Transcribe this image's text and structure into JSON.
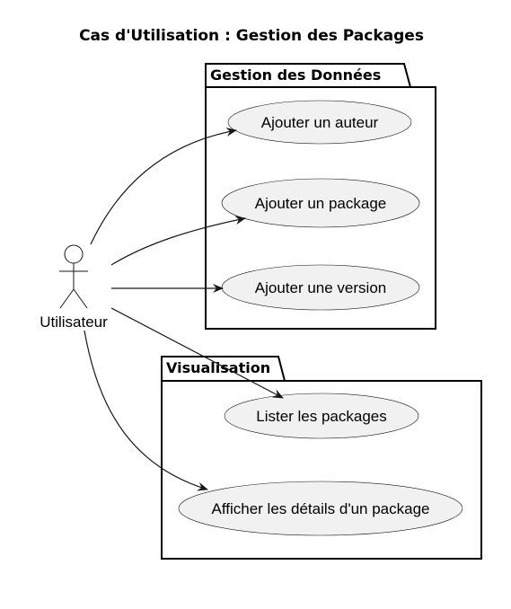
{
  "title": "Cas d'Utilisation : Gestion des Packages",
  "actor": {
    "name": "Utilisateur",
    "icon": "stick-figure-actor-icon"
  },
  "packages": [
    {
      "id": "donnees",
      "name": "Gestion des Données",
      "use_cases": [
        {
          "id": "uc1",
          "label": "Ajouter un auteur"
        },
        {
          "id": "uc2",
          "label": "Ajouter un package"
        },
        {
          "id": "uc3",
          "label": "Ajouter une version"
        }
      ]
    },
    {
      "id": "visualisation",
      "name": "Visualisation",
      "use_cases": [
        {
          "id": "uc4",
          "label": "Lister les packages"
        },
        {
          "id": "uc5",
          "label": "Afficher les détails d'un package"
        }
      ]
    }
  ],
  "associations": [
    {
      "from": "actor",
      "to": "uc1"
    },
    {
      "from": "actor",
      "to": "uc2"
    },
    {
      "from": "actor",
      "to": "uc3"
    },
    {
      "from": "actor",
      "to": "uc4"
    },
    {
      "from": "actor",
      "to": "uc5"
    }
  ],
  "colors": {
    "use_case_fill": "#f1f1f1",
    "stroke": "#181818",
    "background": "#ffffff"
  }
}
